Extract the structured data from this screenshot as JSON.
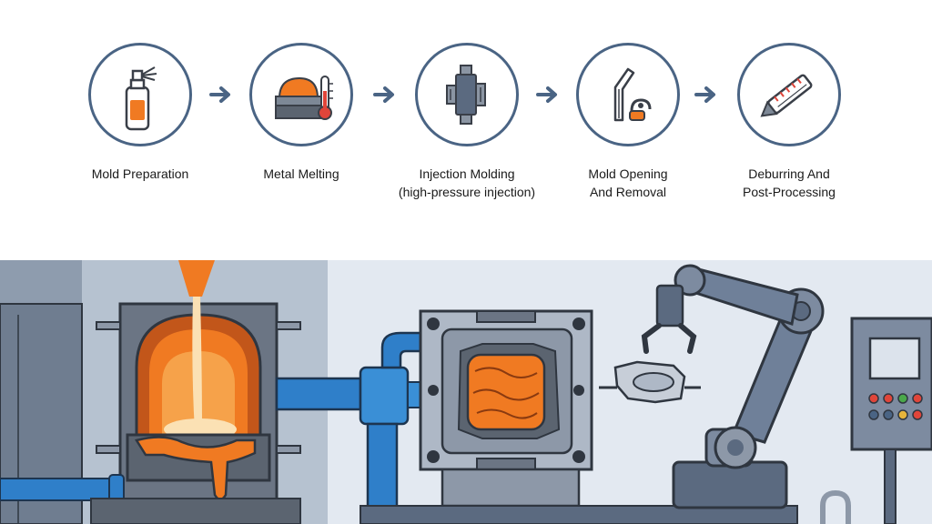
{
  "steps": [
    {
      "icon": "spray-bottle-icon",
      "lines": [
        "Mold Preparation"
      ]
    },
    {
      "icon": "melting-furnace-icon",
      "lines": [
        "Metal Melting"
      ]
    },
    {
      "icon": "injection-mold-icon",
      "lines": [
        "Injection Molding",
        "(high-pressure injection)"
      ]
    },
    {
      "icon": "mold-removal-icon",
      "lines": [
        "Mold Opening",
        "And Removal"
      ]
    },
    {
      "icon": "deburring-tool-icon",
      "lines": [
        "Deburring And",
        "Post-Processing"
      ]
    }
  ],
  "colors": {
    "outline": "#4a6484",
    "arrow": "#4a6484",
    "molten": "#f07a22",
    "steel": "#7d8896",
    "pipe": "#2f7fc9"
  }
}
